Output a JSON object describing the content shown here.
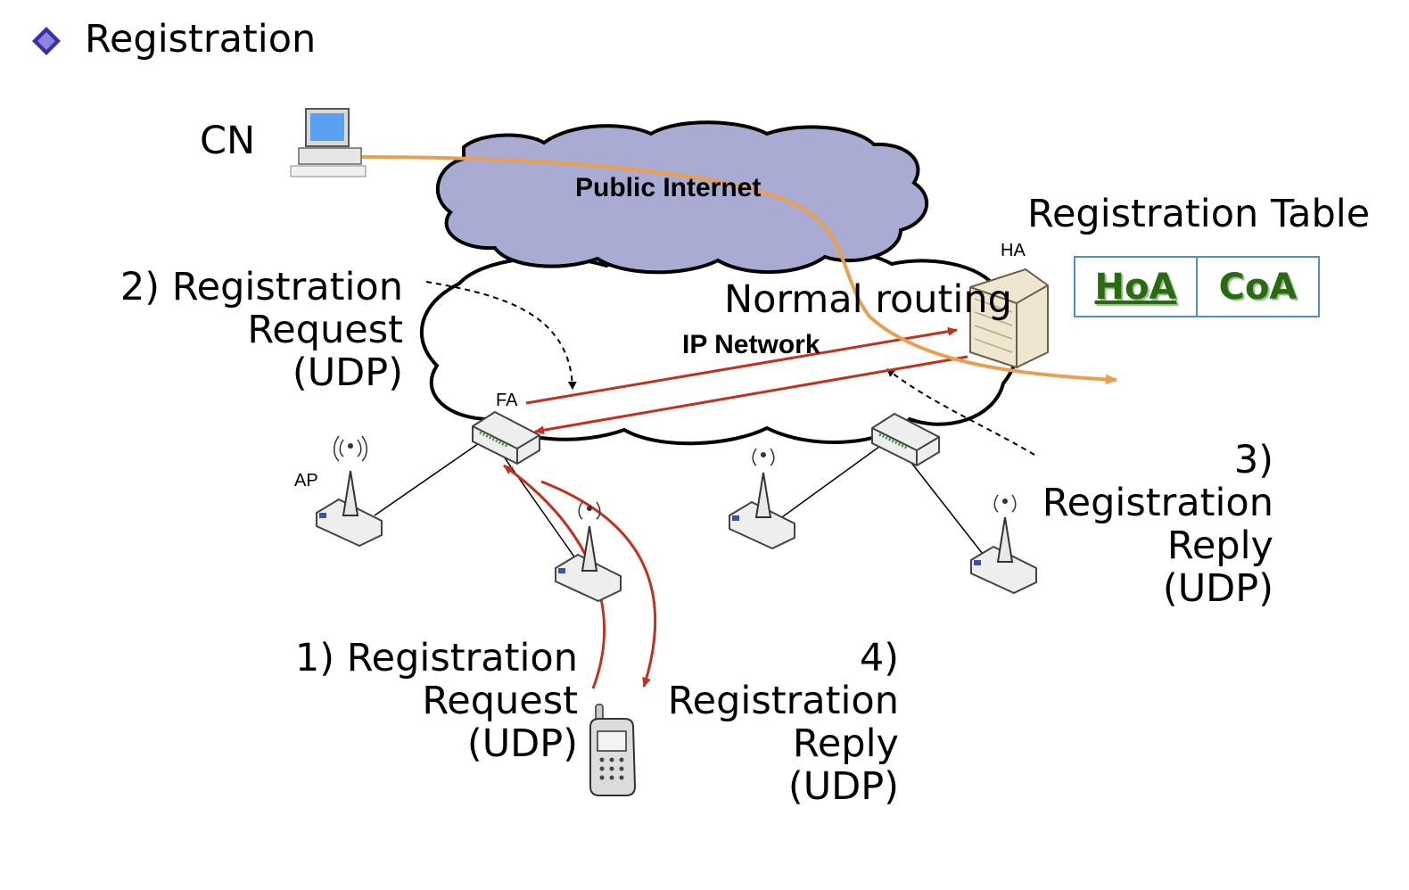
{
  "heading": "Registration",
  "nodes": {
    "cn": "CN",
    "ha": "HA",
    "fa": "FA",
    "ap": "AP"
  },
  "clouds": {
    "internet": "Public Internet",
    "ip_network": "IP Network"
  },
  "labels": {
    "normal_routing": "Normal routing",
    "step1": [
      "1) Registration",
      "Request",
      "(UDP)"
    ],
    "step2": [
      "2) Registration",
      "Request",
      "(UDP)"
    ],
    "step3": [
      "3)",
      "Registration",
      "Reply",
      "(UDP)"
    ],
    "step4": [
      "4)",
      "Registration",
      "Reply",
      "(UDP)"
    ]
  },
  "registration_table": {
    "title": "Registration Table",
    "columns": [
      "HoA",
      "CoA"
    ]
  },
  "colors": {
    "internet_cloud": "#a9abd2",
    "registration_arrows": "#c0321f",
    "routing_path": "#e8a050",
    "table_border": "#4a8fcf",
    "table_text": "#2a6a12"
  }
}
